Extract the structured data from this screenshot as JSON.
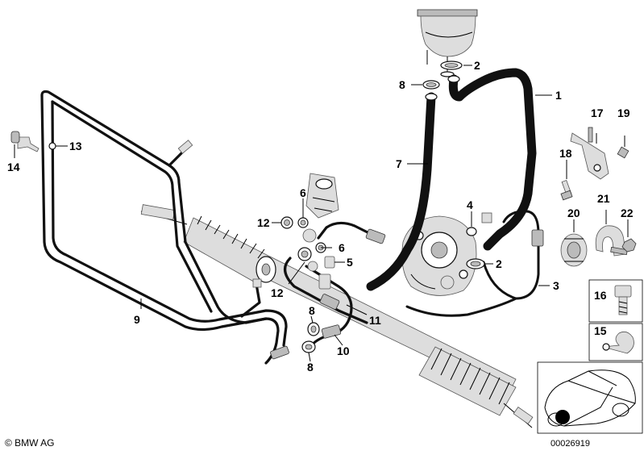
{
  "callouts": {
    "c1": "1",
    "c2a": "2",
    "c2b": "2",
    "c3": "3",
    "c4": "4",
    "c5": "5",
    "c6a": "6",
    "c6b": "6",
    "c7": "7",
    "c8a": "8",
    "c8b": "8",
    "c8c": "8",
    "c9": "9",
    "c10": "10",
    "c11": "11",
    "c12a": "12",
    "c12b": "12",
    "c13": "13",
    "c14": "14",
    "c15": "15",
    "c16": "16",
    "c17": "17",
    "c18": "18",
    "c19": "19",
    "c20": "20",
    "c21": "21",
    "c22": "22"
  },
  "footer": {
    "copyright": "© BMW AG",
    "diagram_id": "00026919"
  }
}
